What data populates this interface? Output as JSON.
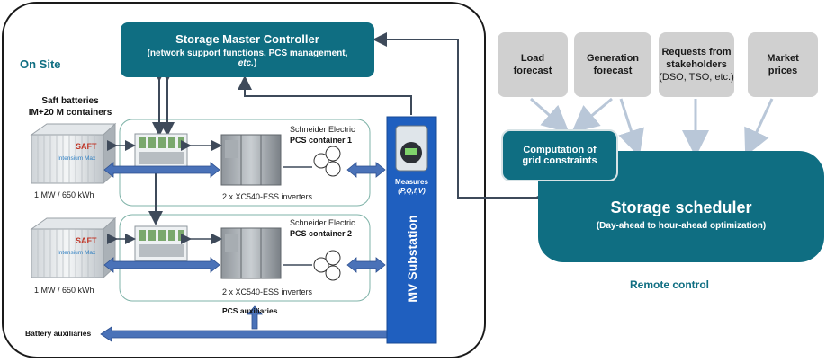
{
  "on_site": {
    "label": "On Site",
    "master_controller": {
      "title": "Storage Master Controller",
      "subtitle_main": "(network support functions, PCS management,",
      "subtitle_italic": "etc.",
      "subtitle_end": ")"
    },
    "batteries_title_line1": "Saft batteries",
    "batteries_title_line2": "IM+20 M containers",
    "battery_rating_1": "1 MW / 650 kWh",
    "battery_rating_2": "1 MW / 650 kWh",
    "container_brand_1": "SAFT",
    "container_product_1": "Intensium Max",
    "container_brand_2": "SAFT",
    "container_product_2": "Intensium Max",
    "pcs1": {
      "vendor": "Schneider Electric",
      "name": "PCS container 1",
      "inverters": "2 x XC540-ESS inverters"
    },
    "pcs2": {
      "vendor": "Schneider Electric",
      "name": "PCS container 2",
      "inverters": "2 x XC540-ESS inverters"
    },
    "measures_title": "Measures",
    "measures_values": "(P,Q,f,V)",
    "substation_label": "MV Substation",
    "pcs_auxiliaries": "PCS auxiliaries",
    "battery_auxiliaries": "Battery auxiliaries"
  },
  "remote": {
    "label": "Remote control",
    "inputs": [
      {
        "line1": "Load",
        "line2": "forecast",
        "line3": ""
      },
      {
        "line1": "Generation",
        "line2": "forecast",
        "line3": ""
      },
      {
        "line1": "Requests from",
        "line2": "stakeholders",
        "line3": "(DSO, TSO, etc.)"
      },
      {
        "line1": "Market",
        "line2": "prices",
        "line3": ""
      }
    ],
    "grid_constraints_line1": "Computation of",
    "grid_constraints_line2": "grid constraints",
    "scheduler_title": "Storage scheduler",
    "scheduler_subtitle": "(Day-ahead to hour-ahead optimization)"
  },
  "colors": {
    "teal": "#0f6e82",
    "arrow_blue": "#4a72b8",
    "substation_blue": "#1f5fbf",
    "gray_input": "#d0d0d0",
    "gray_arrow": "#b9c7d8"
  }
}
